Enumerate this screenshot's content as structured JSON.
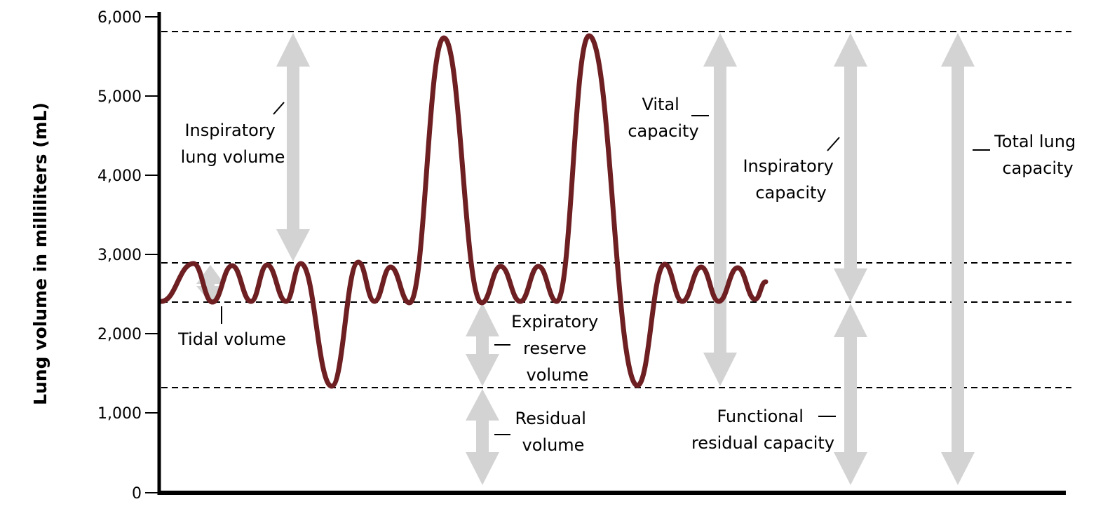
{
  "diagram": {
    "ylabel": "Lung volume in milliliters (mL)",
    "yticks": [
      "6,000",
      "5,000",
      "4,000",
      "3,000",
      "2,000",
      "1,000",
      "0"
    ],
    "labels": {
      "inspiratory_lung_volume": [
        "Inspiratory",
        "lung volume"
      ],
      "tidal_volume": [
        "Tidal volume"
      ],
      "expiratory_reserve_volume": [
        "Expiratory",
        "reserve",
        "volume"
      ],
      "residual_volume": [
        "Residual",
        "volume"
      ],
      "vital_capacity": [
        "Vital",
        "capacity"
      ],
      "inspiratory_capacity": [
        "Inspiratory",
        "capacity"
      ],
      "functional_residual_capacity": [
        "Functional",
        "residual capacity"
      ],
      "total_lung_capacity": [
        "Total lung",
        "capacity"
      ]
    },
    "colors": {
      "trace": "#6e1f22",
      "arrow": "#d3d3d3",
      "axis": "#000000",
      "guide": "#000000"
    }
  }
}
